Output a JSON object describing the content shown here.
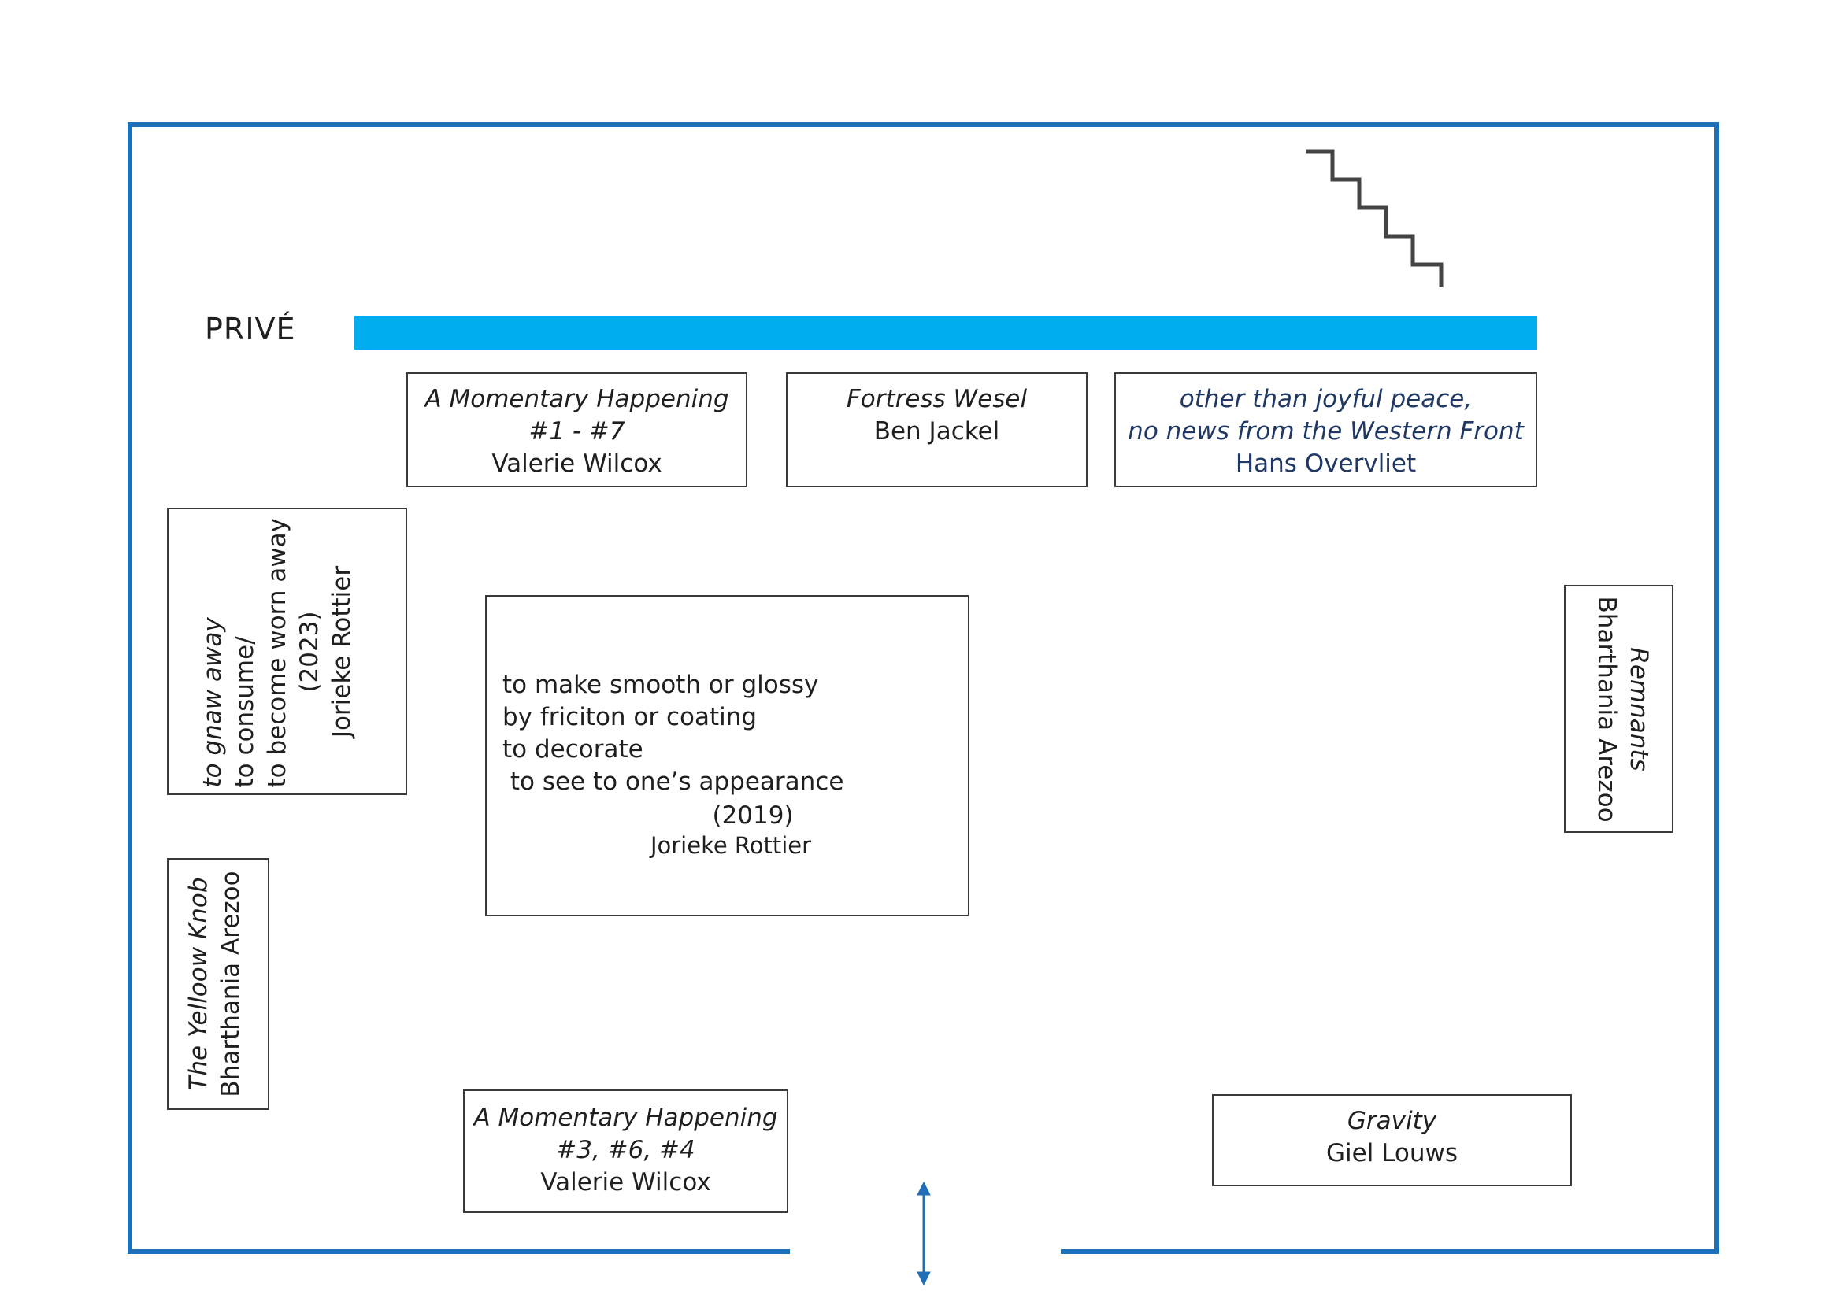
{
  "private_label": "PRIVÉ",
  "colors": {
    "walls": "#1e6fb8",
    "private_bar": "#00aeef",
    "boxes": "#3a3a3a",
    "stairs": "#444444",
    "navy_text": "#1f3864"
  },
  "icons": {
    "stairs": "stairs-icon",
    "entrance": "double-arrow-icon"
  },
  "works": [
    {
      "id": "momentary-top",
      "title": "A Momentary Happening",
      "numbers": "#1 - #7",
      "artist": "Valerie Wilcox"
    },
    {
      "id": "fortress",
      "title": "Fortress Wesel",
      "artist": "Ben Jackel"
    },
    {
      "id": "joyful",
      "title_line1": "other than joyful peace,",
      "title_line2": "no news from the Western Front",
      "artist": "Hans Overvliet"
    },
    {
      "id": "gnaw",
      "line1": "to gnaw away",
      "line2": "to consume/",
      "line3": "to become worn away",
      "year": "(2023)",
      "artist": "Jorieke Rottier"
    },
    {
      "id": "smooth",
      "line1": "to make smooth or glossy",
      "line2": "by friciton or coating",
      "line3": "to decorate",
      "line4": " to see to one’s appearance",
      "year": "(2019)",
      "artist": "Jorieke Rottier"
    },
    {
      "id": "yellow-knob",
      "title": "The Yelloow Knob",
      "artist": "Bharthania Arezoo"
    },
    {
      "id": "remnants",
      "title": "Remnants",
      "artist": "Bharthania Arezoo"
    },
    {
      "id": "momentary-bottom",
      "title": "A Momentary Happening",
      "numbers": "#3, #6, #4",
      "artist": "Valerie Wilcox"
    },
    {
      "id": "gravity",
      "title": "Gravity",
      "artist": "Giel Louws"
    }
  ]
}
